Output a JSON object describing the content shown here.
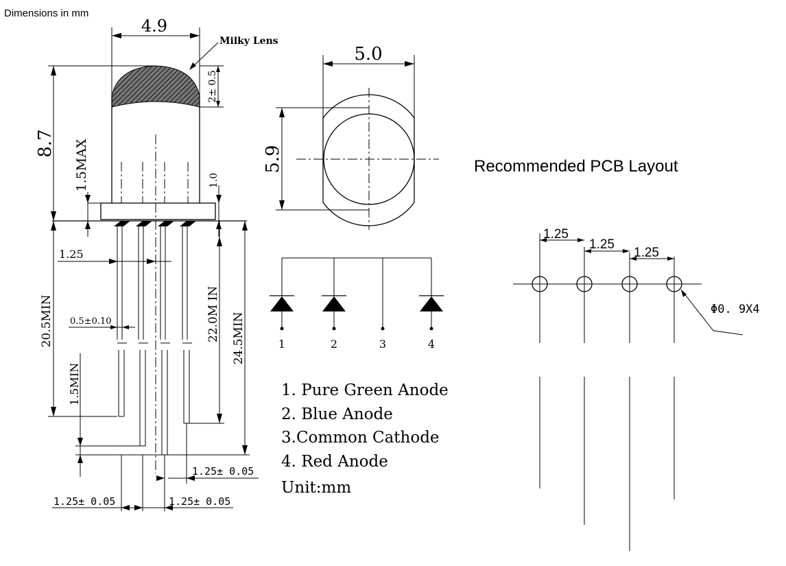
{
  "header": {
    "note": "Dimensions in mm"
  },
  "side_view": {
    "lens_label": "Milky Lens",
    "dims": {
      "body_width": "4.9",
      "total_height": "8.7",
      "lens_height": "2± 0.5",
      "flange_max": "1.5MAX",
      "flange_thickness": "1.0",
      "pitch_top": "1.25",
      "lead_width": "0.5±0.10",
      "short_lead": "20.5MIN",
      "mid_lead": "22.0M IN",
      "long_lead": "24.5MIN",
      "kink": "1.5MIN",
      "pitch_right": "1.25± 0.05",
      "pitch_left_bottom": "1.25± 0.05",
      "pitch_right_bottom": "1.25± 0.05"
    }
  },
  "top_view": {
    "width": "5.0",
    "height": "5.9"
  },
  "schematic": {
    "pins": [
      "1",
      "2",
      "3",
      "4"
    ]
  },
  "pinout": {
    "items": [
      "1. Pure Green Anode",
      "2. Blue Anode",
      "3.Common Cathode",
      "4. Red Anode"
    ],
    "unit": "Unit:mm"
  },
  "pcb": {
    "title": "Recommended PCB Layout",
    "pitch_labels": [
      "1.25",
      "1.25",
      "1.25"
    ],
    "hole_label": "Φ0. 9X4"
  }
}
